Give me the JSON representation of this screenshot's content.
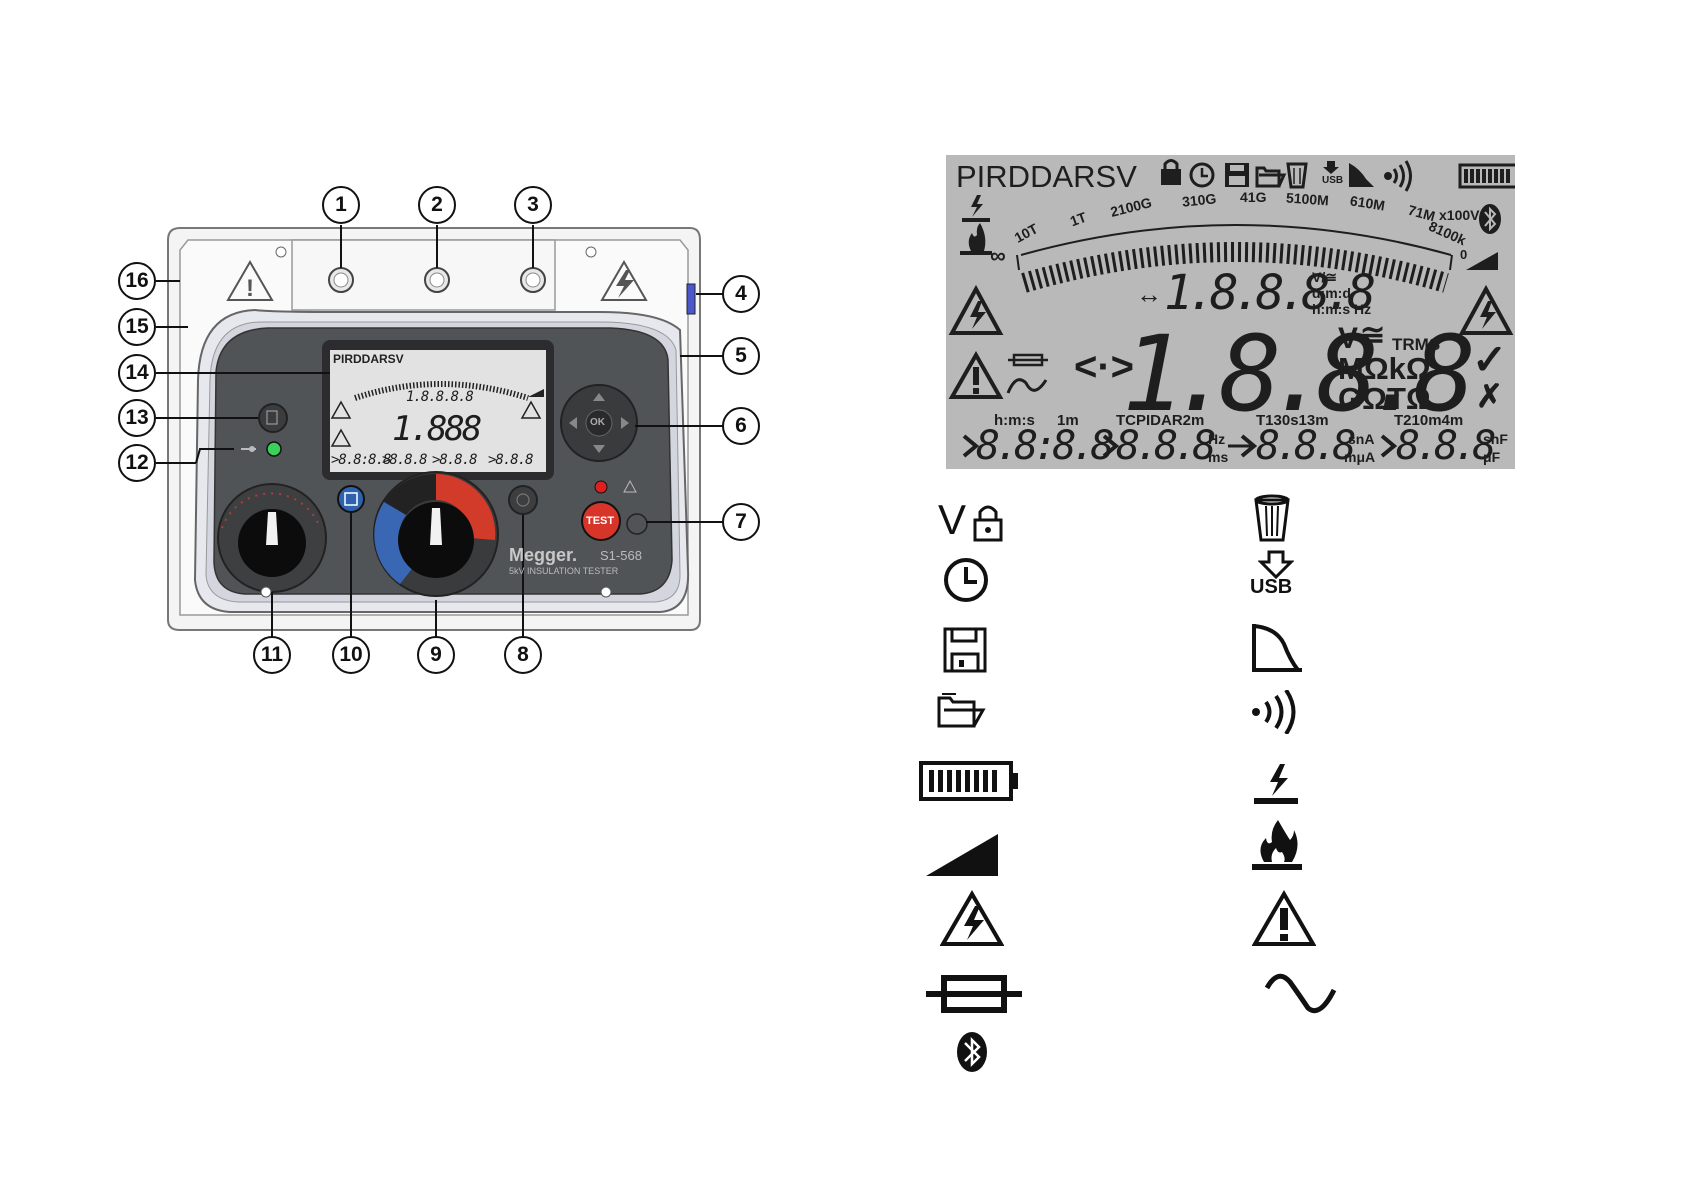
{
  "callouts": [
    "1",
    "2",
    "3",
    "4",
    "5",
    "6",
    "7",
    "8",
    "9",
    "10",
    "11",
    "12",
    "13",
    "14",
    "15",
    "16"
  ],
  "device": {
    "brand": "Megger.",
    "model": "S1-568",
    "subtitle": "5kV INSULATION TESTER",
    "test_button": "TEST",
    "ok_button": "OK"
  },
  "small_lcd": {
    "top": "PIRDDARSV",
    "digits_main": "1.888",
    "digits_top": "1.8.8.8.8",
    "bottom1": ">8.8:8.8",
    "bottom2": ">8.8.8",
    "bottom3": ">8.8.8",
    "bottom4": ">8.8.8"
  },
  "lcd": {
    "top_text": "PIRDDARSV",
    "usb": "USB",
    "scale": [
      "10T",
      "1T",
      "2100G",
      "310G",
      "41G",
      "5100M",
      "610M",
      "71M",
      "8100k",
      "x100V"
    ],
    "infinity": "∞",
    "zero": "0",
    "arrows_small": "↔",
    "digits_upper": "1.8.8.8.8",
    "unit_v_ac": "V/≅",
    "unit_dmd": "d:m:d",
    "unit_hms_hz": "h:m:s Hz",
    "arrows_big": "<·>",
    "digits_main": "1.8.8.8",
    "unit_v": "V",
    "unit_approx": "≅",
    "unit_trms": "TRMS",
    "unit_mkohm": "MΩkΩ",
    "unit_gtohm": "GΩTΩ",
    "check": "✓",
    "cross": "✗",
    "lbl_hms": "h:m:s",
    "lbl_1m": "1m",
    "lbl_tcp": "TCPIDAR2m",
    "lbl_t130": "T130s13m",
    "lbl_t210": "T210m4m",
    "digits_b1": "8.8:8.8",
    "digits_b2": "8.8.8",
    "digits_b3": "8.8.8",
    "digits_b4": "8.8.8",
    "unit_hz": "Hz",
    "unit_ms": "ms",
    "unit_sna": "snA",
    "unit_mua": "mμA",
    "unit_snf": "snF",
    "unit_uf": "μF"
  },
  "legend": {
    "v_letter": "V",
    "usb": "USB"
  },
  "icons": [
    "voltage-lock-icon",
    "trash-icon",
    "clock-icon",
    "usb-download-icon",
    "floppy-save-icon",
    "filter-curve-icon",
    "folder-open-icon",
    "wireless-signal-icon",
    "battery-icon",
    "lightning-breakdown-icon",
    "signal-ramp-icon",
    "burn-icon",
    "high-voltage-warning-icon",
    "warning-icon",
    "fuse-icon",
    "ac-wave-icon",
    "bluetooth-icon"
  ]
}
